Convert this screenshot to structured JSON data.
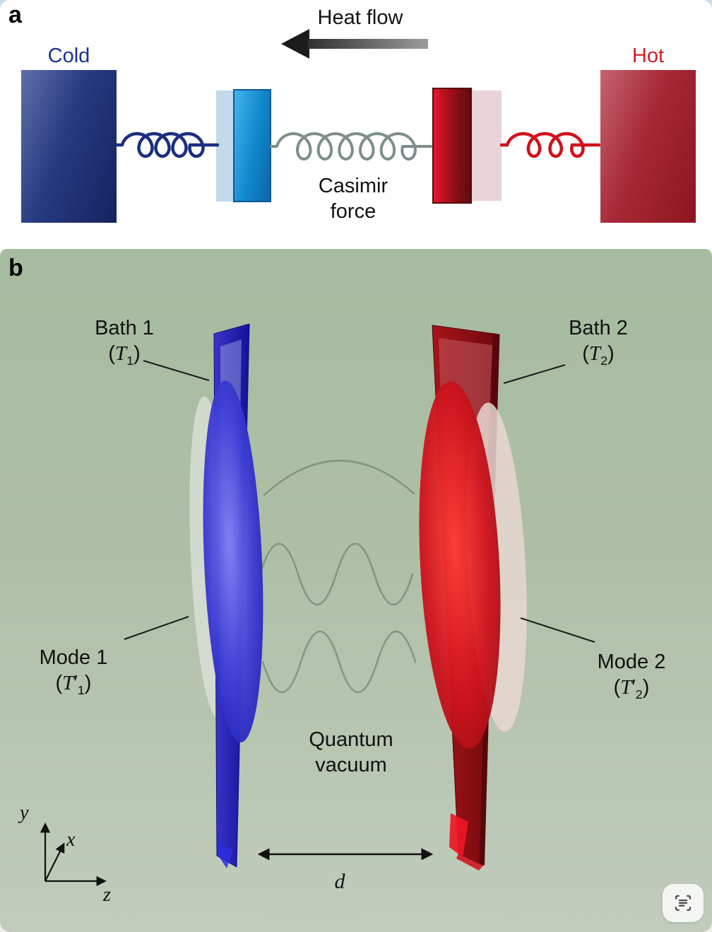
{
  "panel_a": {
    "label": "a",
    "heat_flow_label": "Heat flow",
    "cold_label": "Cold",
    "hot_label": "Hot",
    "casimir_label_line1": "Casimir",
    "casimir_label_line2": "force"
  },
  "panel_b": {
    "label": "b",
    "bath1": {
      "name": "Bath 1",
      "open": "(",
      "symbol": "T",
      "sub": "1",
      "close": ")"
    },
    "bath2": {
      "name": "Bath 2",
      "open": "(",
      "symbol": "T",
      "sub": "2",
      "close": ")"
    },
    "mode1": {
      "name": "Mode 1",
      "open": "(",
      "symbol": "T",
      "prime": "′",
      "sub": "1",
      "close": ")"
    },
    "mode2": {
      "name": "Mode 2",
      "open": "(",
      "symbol": "T",
      "prime": "′",
      "sub": "2",
      "close": ")"
    },
    "quantum_vacuum_line1": "Quantum",
    "quantum_vacuum_line2": "vacuum",
    "distance_label": "d",
    "axis_x": "x",
    "axis_y": "y",
    "axis_z": "z"
  },
  "colors": {
    "cold_text": "#16338e",
    "hot_text": "#d31e26",
    "cold_spring": "#1b2f7e",
    "casimir_spring": "#7c8f8c",
    "hot_spring": "#d2101c",
    "membrane_blue": "#1a18b0",
    "membrane_red": "#8c0f14",
    "panel_b_background": "#a6bb9f"
  },
  "icons": {
    "scan_text": "scan-text-icon"
  }
}
